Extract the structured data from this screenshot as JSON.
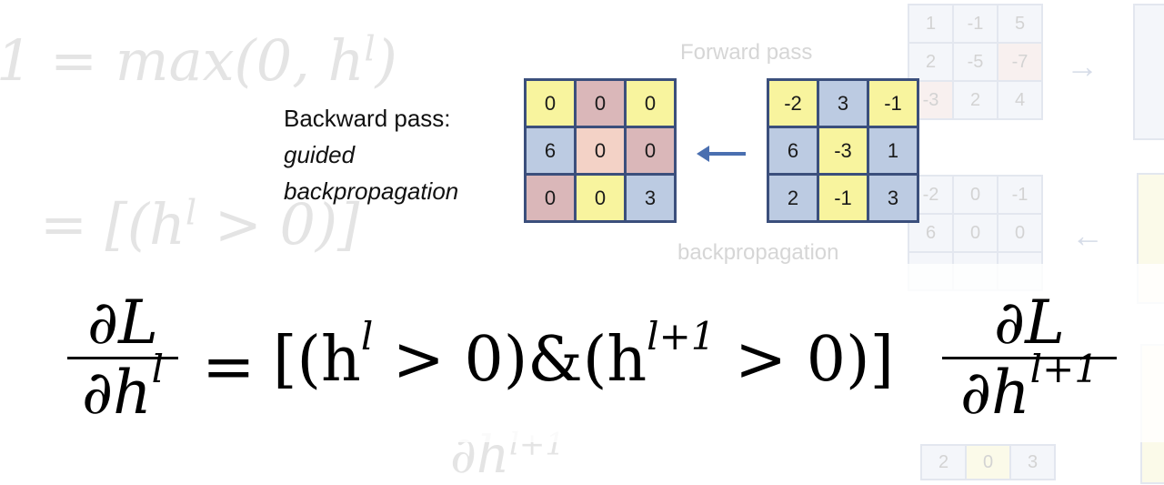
{
  "background": {
    "ghost_equations": [
      {
        "text": "1 = max(0, h",
        "sup": "l",
        "tail": ")"
      },
      {
        "text": "= [(h",
        "sup": "l",
        "tail": " > 0)]"
      },
      {
        "text": "∂h",
        "sup": "l+1",
        "tail": ""
      }
    ],
    "ghost_labels": {
      "forward": "Forward pass",
      "backward": "backpropagation"
    },
    "ghost_grids": [
      {
        "cells": [
          "1",
          "-1",
          "5",
          "2",
          "-5",
          "-7",
          "-3",
          "2",
          "4"
        ],
        "tones": [
          "b",
          "b",
          "b",
          "b",
          "b",
          "r",
          "r",
          "b",
          "b"
        ]
      },
      {
        "cells": [
          "-2",
          "0",
          "-1",
          "6",
          "0",
          "0",
          "",
          "",
          ""
        ],
        "tones": [
          "b",
          "b",
          "b",
          "b",
          "b",
          "b",
          "b",
          "b",
          "b"
        ]
      },
      {
        "cells": [
          "2",
          "0",
          "3"
        ],
        "tones": [
          "b",
          "y",
          "b"
        ]
      }
    ]
  },
  "diagram": {
    "caption_line1": "Backward pass:",
    "caption_line2": "guided",
    "caption_line3": "backpropagation",
    "output_grid": {
      "cells": [
        "0",
        "0",
        "0",
        "6",
        "0",
        "0",
        "0",
        "0",
        "3"
      ],
      "tones": [
        "y",
        "r",
        "y",
        "b",
        "p",
        "r",
        "r",
        "y",
        "b"
      ]
    },
    "input_grid": {
      "cells": [
        "-2",
        "3",
        "-1",
        "6",
        "-3",
        "1",
        "2",
        "-1",
        "3"
      ],
      "tones": [
        "y",
        "b",
        "y",
        "b",
        "y",
        "b",
        "b",
        "y",
        "b"
      ]
    },
    "arrow_color": "#4a6fb0"
  },
  "equation": {
    "lhs_num": "∂L",
    "lhs_den_base": "∂h",
    "lhs_den_sup": "l",
    "equals": "=",
    "mid_open": "[(h",
    "mid_sup1": "l",
    "mid_part1": " > 0)&(h",
    "mid_sup2": "l+1",
    "mid_part2": " > 0)]",
    "rhs_num": "∂L",
    "rhs_den_base": "∂h",
    "rhs_den_sup": "l+1"
  }
}
